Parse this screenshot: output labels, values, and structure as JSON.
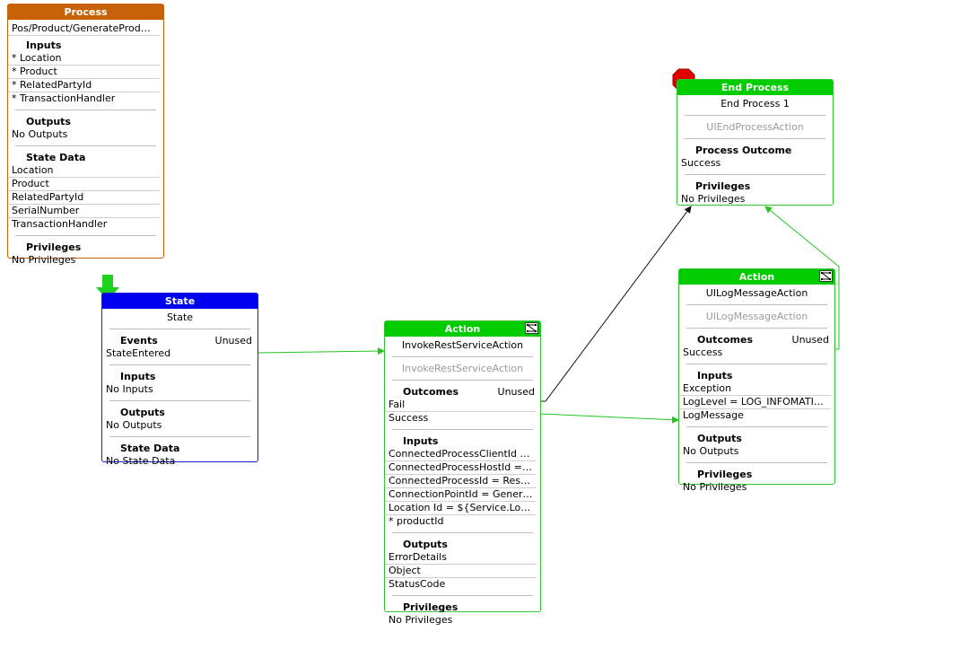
{
  "process": {
    "header": "Process",
    "path": "Pos/Product/GenerateProduct...",
    "inputs_title": "Inputs",
    "inputs": [
      "* Location",
      "* Product",
      "* RelatedPartyId",
      "* TransactionHandler"
    ],
    "outputs_title": "Outputs",
    "outputs": [
      "No Outputs"
    ],
    "state_data_title": "State Data",
    "state_data": [
      "Location",
      "Product",
      "RelatedPartyId",
      "SerialNumber",
      "TransactionHandler"
    ],
    "privileges_title": "Privileges",
    "privileges": [
      "No Privileges"
    ]
  },
  "state": {
    "header": "State",
    "name": "State",
    "events_title": "Events",
    "events_note": "Unused",
    "events": [
      "StateEntered"
    ],
    "inputs_title": "Inputs",
    "inputs": [
      "No Inputs"
    ],
    "outputs_title": "Outputs",
    "outputs": [
      "No Outputs"
    ],
    "state_data_title": "State Data",
    "state_data": [
      "No State Data"
    ]
  },
  "action1": {
    "header": "Action",
    "name": "InvokeRestServiceAction",
    "type": "InvokeRestServiceAction",
    "outcomes_title": "Outcomes",
    "outcomes_note": "Unused",
    "outcomes": [
      "Fail",
      "Success"
    ],
    "inputs_title": "Inputs",
    "inputs": [
      "ConnectedProcessClientId = $...",
      "ConnectedProcessHostId = ${...",
      "ConnectedProcessId = RestM...",
      "ConnectionPointId = Generat...",
      "Location Id = ${Service.Locati...",
      "* productId"
    ],
    "outputs_title": "Outputs",
    "outputs": [
      "ErrorDetails",
      "Object",
      "StatusCode"
    ],
    "privileges_title": "Privileges",
    "privileges": [
      "No Privileges"
    ]
  },
  "end_process": {
    "header": "End Process",
    "name": "End Process 1",
    "type": "UIEndProcessAction",
    "outcome_title": "Process Outcome",
    "outcome": [
      "Success"
    ],
    "privileges_title": "Privileges",
    "privileges": [
      "No Privileges"
    ]
  },
  "action2": {
    "header": "Action",
    "name": "UILogMessageAction",
    "type": "UILogMessageAction",
    "outcomes_title": "Outcomes",
    "outcomes_note": "Unused",
    "outcomes": [
      "Success"
    ],
    "inputs_title": "Inputs",
    "inputs": [
      "Exception",
      "LogLevel = LOG_INFOMATION",
      "LogMessage"
    ],
    "outputs_title": "Outputs",
    "outputs": [
      "No Outputs"
    ],
    "privileges_title": "Privileges",
    "privileges": [
      "No Privileges"
    ]
  },
  "colors": {
    "process": "#c8620a",
    "state": "#0000f0",
    "action": "#00cc00",
    "stop_sign": "#e00000",
    "start_arrow": "#1fd11f",
    "wire_green": "#22c422",
    "wire_black": "#111111"
  }
}
